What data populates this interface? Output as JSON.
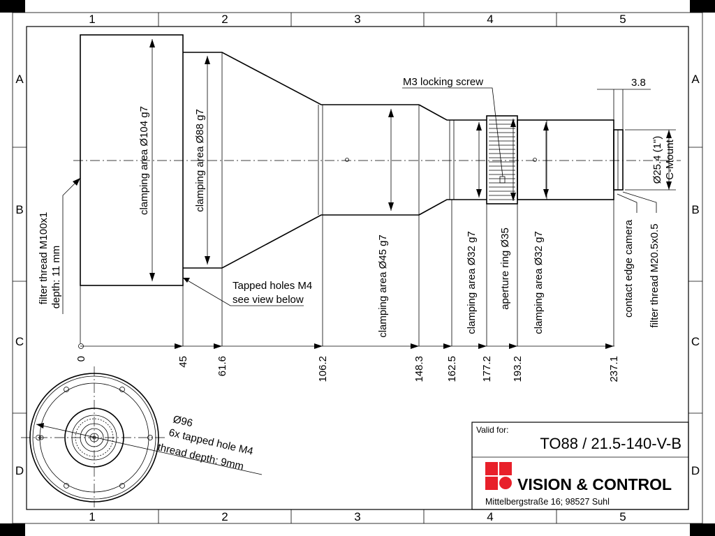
{
  "frame": {
    "columns": [
      "1",
      "2",
      "3",
      "4",
      "5"
    ],
    "rows": [
      "A",
      "B",
      "C",
      "D"
    ]
  },
  "dimensions": {
    "positions": [
      "0",
      "45",
      "61.6",
      "106.2",
      "148.3",
      "162.5",
      "177.2",
      "193.2",
      "237.1"
    ],
    "dim_3_8": "3.8"
  },
  "labels": {
    "clamp_104": "clamping area Ø104 g7",
    "clamp_88": "clamping area Ø88 g7",
    "clamp_45": "clamping area Ø45 g7",
    "clamp_32a": "clamping area Ø32 g7",
    "aperture": "aperture ring Ø35",
    "clamp_32b": "clamping area Ø32 g7",
    "contact_edge": "contact edge camera",
    "filter_m20": "filter thread M20.5x0.5",
    "c_mount_dia": "Ø25.4 (1\")",
    "c_mount": "C-Mount",
    "m3_screw": "M3 locking screw",
    "filter_m100": "filter thread M100x1",
    "filter_depth": "depth: 11 mm",
    "tapped_1": "Tapped holes M4",
    "tapped_2": "see view below",
    "front_dia": "Ø96",
    "front_holes": "6x tapped hole M4",
    "front_depth": "thread depth: 9mm"
  },
  "title_block": {
    "valid_for": "Valid for:",
    "part_number": "TO88 / 21.5-140-V-B",
    "company": "VISION & CONTROL",
    "address": "Mittelbergstraße 16; 98527 Suhl"
  },
  "colors": {
    "logo_red": "#e8202a",
    "line": "#000000"
  }
}
